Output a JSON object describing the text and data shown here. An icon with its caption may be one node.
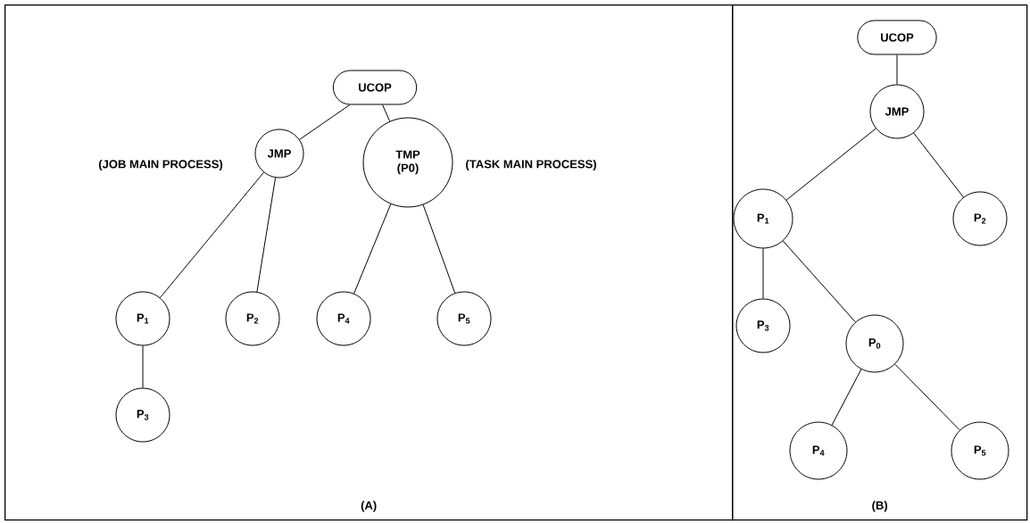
{
  "diagram": {
    "nodes": [
      {
        "text": [
          "(A)"
        ]
      },
      {
        "text": [
          "UCOP"
        ],
        "in": 0
      },
      {
        "text": [
          "JMP"
        ],
        "in": 0,
        "beside": [
          "(JOB MAIN PROCESS)"
        ]
      },
      {
        "text": [
          "TMP (P0)"
        ],
        "in": 0,
        "beside": [
          "(TASK MAIN PROCESS)"
        ]
      },
      {
        "text": [
          "P$_{1}$"
        ],
        "in": 0
      },
      {
        "text": [
          "P$_{2}$"
        ],
        "in": 0
      },
      {
        "text": [
          "P$_{4}$"
        ],
        "in": 0
      },
      {
        "text": [
          "P$_{5}$"
        ],
        "in": 0
      },
      {
        "text": [
          "P$_{3}$"
        ],
        "in": 0
      },
      {
        "text": [
          "(B)"
        ]
      },
      {
        "text": [
          "UCOP"
        ],
        "in": 9
      },
      {
        "text": [
          "JMP"
        ],
        "in": 9
      },
      {
        "text": [
          "P$_{1}$"
        ],
        "in": 9
      },
      {
        "text": [
          "P$_{2}$"
        ],
        "in": 9
      },
      {
        "text": [
          "P$_{3}$"
        ],
        "in": 9
      },
      {
        "text": [
          "P$_{0}$"
        ],
        "in": 9
      },
      {
        "text": [
          "P$_{4}$"
        ],
        "in": 9
      },
      {
        "text": [
          "P$_{5}$"
        ],
        "in": 9
      }
    ],
    "edges": [
      {
        "from": 1,
        "to": 2,
        "arrow": "none"
      },
      {
        "from": 1,
        "to": 3,
        "arrow": "none"
      },
      {
        "from": 2,
        "to": 4,
        "arrow": "none"
      },
      {
        "from": 2,
        "to": 5,
        "arrow": "none"
      },
      {
        "from": 3,
        "to": 6,
        "arrow": "none"
      },
      {
        "from": 3,
        "to": 7,
        "arrow": "none"
      },
      {
        "from": 4,
        "to": 8,
        "arrow": "none"
      },
      {
        "from": 10,
        "to": 11,
        "arrow": "none"
      },
      {
        "from": 11,
        "to": 12,
        "arrow": "none"
      },
      {
        "from": 11,
        "to": 13,
        "arrow": "none"
      },
      {
        "from": 12,
        "to": 14,
        "arrow": "none"
      },
      {
        "from": 12,
        "to": 15,
        "arrow": "none"
      },
      {
        "from": 15,
        "to": 16,
        "arrow": "none"
      },
      {
        "from": 15,
        "to": 17,
        "arrow": "none"
      }
    ]
  }
}
